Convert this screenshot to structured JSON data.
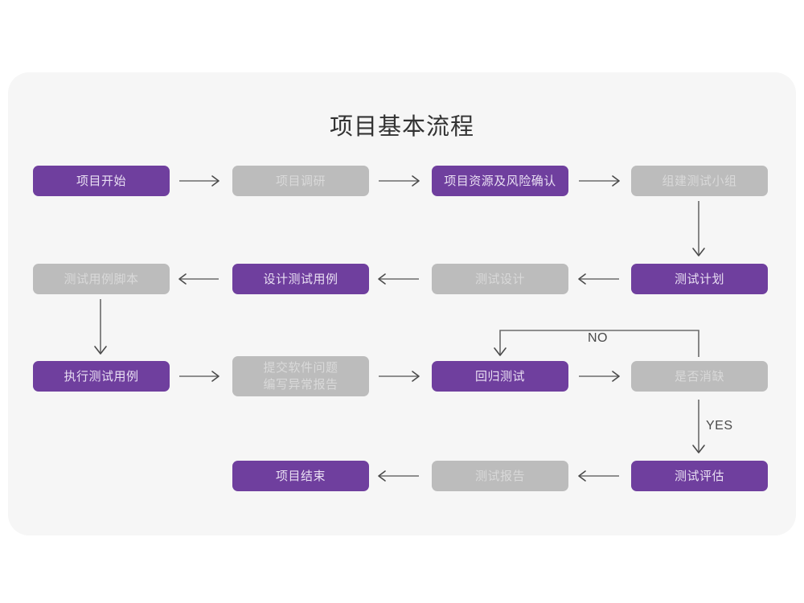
{
  "page": {
    "background_color": "#ffffff",
    "panel_color": "#f6f6f6"
  },
  "chart_data": {
    "type": "diagram",
    "diagram_kind": "flowchart",
    "title": "项目基本流程",
    "colors": {
      "active_node": "#6f3f9e",
      "active_node_text": "#e9dff3",
      "inactive_node": "#bcbcbc",
      "inactive_node_text": "#d9d9d9",
      "connector": "#6b6b6b",
      "title_text": "#333333",
      "panel": "#f6f6f6"
    },
    "nodes": [
      {
        "id": "n1",
        "label": "项目开始",
        "style": "purple",
        "row": 1,
        "col": 1
      },
      {
        "id": "n2",
        "label": "项目调研",
        "style": "gray",
        "row": 1,
        "col": 2
      },
      {
        "id": "n3",
        "label": "项目资源及风险确认",
        "style": "purple",
        "row": 1,
        "col": 3
      },
      {
        "id": "n4",
        "label": "组建测试小组",
        "style": "gray",
        "row": 1,
        "col": 4
      },
      {
        "id": "n5",
        "label": "测试用例脚本",
        "style": "gray",
        "row": 2,
        "col": 1
      },
      {
        "id": "n6",
        "label": "设计测试用例",
        "style": "purple",
        "row": 2,
        "col": 2
      },
      {
        "id": "n7",
        "label": "测试设计",
        "style": "gray",
        "row": 2,
        "col": 3
      },
      {
        "id": "n8",
        "label": "测试计划",
        "style": "purple",
        "row": 2,
        "col": 4
      },
      {
        "id": "n9",
        "label": "执行测试用例",
        "style": "purple",
        "row": 3,
        "col": 1
      },
      {
        "id": "n10",
        "label": "提交软件问题\n编写异常报告",
        "style": "gray",
        "row": 3,
        "col": 2
      },
      {
        "id": "n11",
        "label": "回归测试",
        "style": "purple",
        "row": 3,
        "col": 3
      },
      {
        "id": "n12",
        "label": "是否消缺",
        "style": "gray",
        "row": 3,
        "col": 4
      },
      {
        "id": "n13",
        "label": "项目结束",
        "style": "purple",
        "row": 4,
        "col": 2
      },
      {
        "id": "n14",
        "label": "测试报告",
        "style": "gray",
        "row": 4,
        "col": 3
      },
      {
        "id": "n15",
        "label": "测试评估",
        "style": "purple",
        "row": 4,
        "col": 4
      }
    ],
    "edges": [
      {
        "from": "n1",
        "to": "n2",
        "direction": "right",
        "label": ""
      },
      {
        "from": "n2",
        "to": "n3",
        "direction": "right",
        "label": ""
      },
      {
        "from": "n3",
        "to": "n4",
        "direction": "right",
        "label": ""
      },
      {
        "from": "n4",
        "to": "n8",
        "direction": "down",
        "label": ""
      },
      {
        "from": "n8",
        "to": "n7",
        "direction": "left",
        "label": ""
      },
      {
        "from": "n7",
        "to": "n6",
        "direction": "left",
        "label": ""
      },
      {
        "from": "n6",
        "to": "n5",
        "direction": "left",
        "label": ""
      },
      {
        "from": "n5",
        "to": "n9",
        "direction": "down",
        "label": ""
      },
      {
        "from": "n9",
        "to": "n10",
        "direction": "right",
        "label": ""
      },
      {
        "from": "n10",
        "to": "n11",
        "direction": "right",
        "label": ""
      },
      {
        "from": "n11",
        "to": "n12",
        "direction": "right",
        "label": ""
      },
      {
        "from": "n12",
        "to": "n11",
        "direction": "loop-up-left",
        "label": "NO"
      },
      {
        "from": "n12",
        "to": "n15",
        "direction": "down",
        "label": "YES"
      },
      {
        "from": "n15",
        "to": "n14",
        "direction": "left",
        "label": ""
      },
      {
        "from": "n14",
        "to": "n13",
        "direction": "left",
        "label": ""
      }
    ],
    "edge_labels": [
      {
        "id": "lbl-no",
        "text": "NO"
      },
      {
        "id": "lbl-yes",
        "text": "YES"
      }
    ]
  }
}
